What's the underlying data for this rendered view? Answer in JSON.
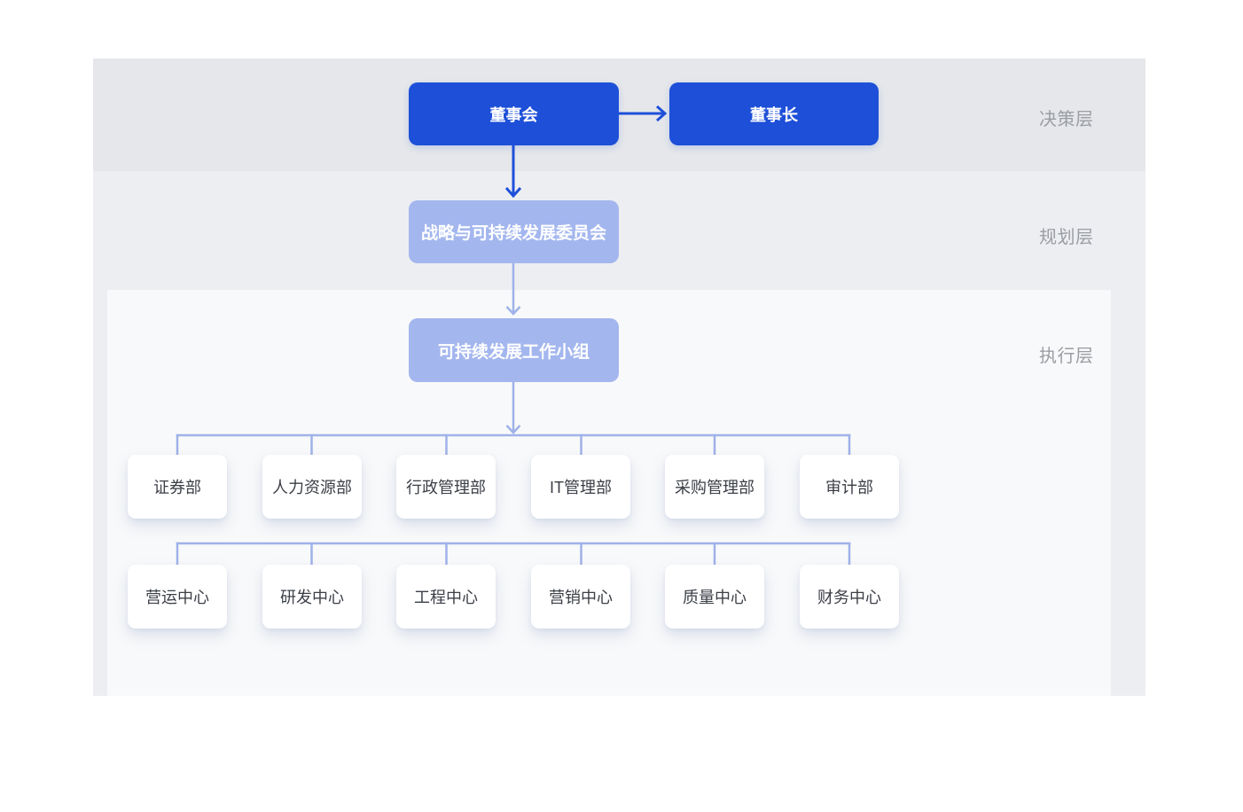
{
  "diagram": {
    "type": "org-chart",
    "layers": [
      {
        "label": "决策层"
      },
      {
        "label": "规划层"
      },
      {
        "label": "执行层"
      }
    ],
    "nodes": {
      "board": "董事会",
      "chairman": "董事长",
      "committee": "战略与可持续发展委员会",
      "working_group": "可持续发展工作小组"
    },
    "departments": [
      "证券部",
      "人力资源部",
      "行政管理部",
      "IT管理部",
      "采购管理部",
      "审计部"
    ],
    "centers": [
      "营运中心",
      "研发中心",
      "工程中心",
      "营销中心",
      "质量中心",
      "财务中心"
    ],
    "edges": [
      {
        "from": "董事会",
        "to": "董事长"
      },
      {
        "from": "董事会",
        "to": "战略与可持续发展委员会"
      },
      {
        "from": "战略与可持续发展委员会",
        "to": "可持续发展工作小组"
      },
      {
        "from": "可持续发展工作小组",
        "to": "证券部, 人力资源部, 行政管理部, IT管理部, 采购管理部, 审计部"
      },
      {
        "from": "分支横线",
        "to": "营运中心, 研发中心, 工程中心, 营销中心, 质量中心, 财务中心"
      }
    ],
    "colors": {
      "primary_node": "#1d4fd8",
      "secondary_node": "#a3b6ee",
      "connector_dark": "#1f50d9",
      "connector_light": "#9fb2e9",
      "layer_label_text": "#9a9da3",
      "band_decision": "#e5e7ea",
      "band_planning": "#eceef2",
      "band_execution": "#f8f9fa",
      "card_text": "#3b3f46"
    }
  }
}
